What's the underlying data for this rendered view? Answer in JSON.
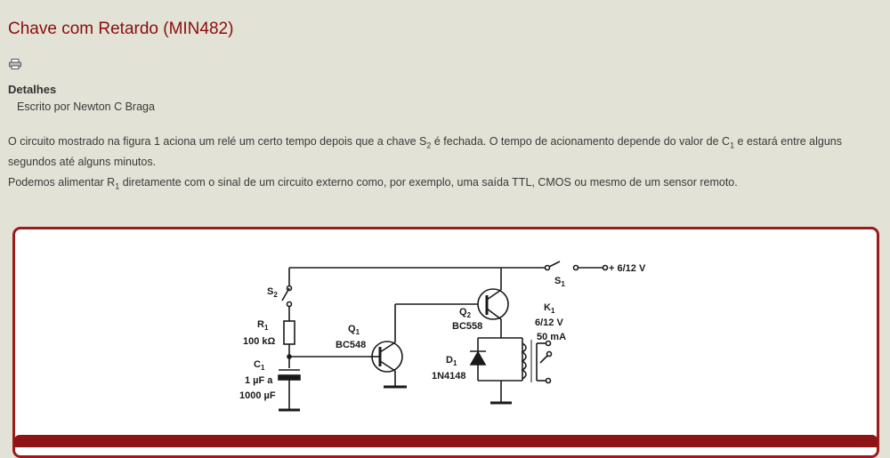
{
  "article": {
    "title": "Chave com Retardo (MIN482)",
    "details_label": "Detalhes",
    "author": "Escrito por Newton C Braga",
    "paragraph1_a": "O circuito mostrado na figura 1 aciona um relé um certo tempo depois que a chave S",
    "paragraph1_sub1": "2",
    "paragraph1_b": " é fechada. O tempo de acionamento depende do valor de C",
    "paragraph1_sub2": "1",
    "paragraph1_c": " e estará entre alguns segundos até alguns minutos.",
    "paragraph2_a": "Podemos alimentar R",
    "paragraph2_sub": "1",
    "paragraph2_b": " diretamente com o sinal de um circuito externo como, por exemplo, uma saída TTL, CMOS ou mesmo de um sensor remoto."
  },
  "icons": {
    "print": "printer-icon"
  },
  "colors": {
    "title": "#8b0d0d",
    "frame": "#9c1a1a",
    "background": "#e2e2d6"
  },
  "schematic": {
    "supply": "+ 6/12 V",
    "s1_main": "S",
    "s1_sub": "1",
    "s2_main": "S",
    "s2_sub": "2",
    "r1_main": "R",
    "r1_sub": "1",
    "r1_value": "100 kΩ",
    "c1_main": "C",
    "c1_sub": "1",
    "c1_value1": "1 µF a",
    "c1_value2": "1000 µF",
    "q1_main": "Q",
    "q1_sub": "1",
    "q1_type": "BC548",
    "q2_main": "Q",
    "q2_sub": "2",
    "q2_type": "BC558",
    "d1_main": "D",
    "d1_sub": "1",
    "d1_type": "1N4148",
    "k1_main": "K",
    "k1_sub": "1",
    "k1_volt": "6/12 V",
    "k1_current": "50 mA"
  }
}
